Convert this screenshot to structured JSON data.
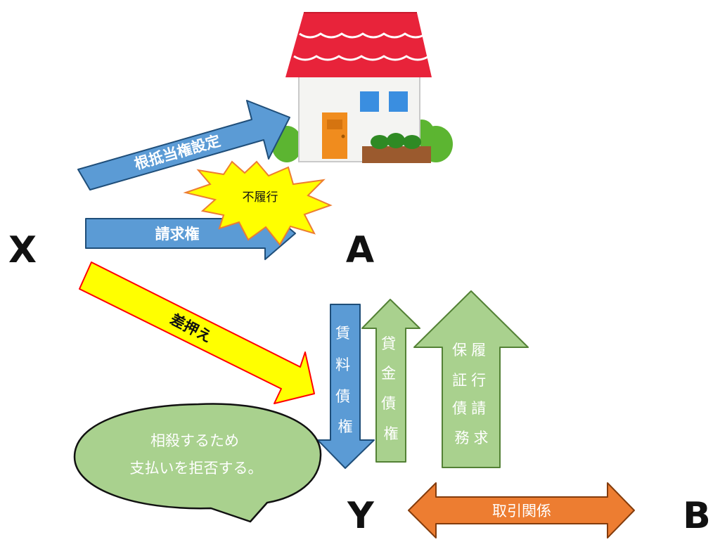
{
  "parties": {
    "x": "X",
    "a": "A",
    "y": "Y",
    "b": "B"
  },
  "arrows": {
    "mortgage": "根抵当権設定",
    "claim": "請求権",
    "seizure": "差押え",
    "rent_claim": [
      "賃",
      "料",
      "債",
      "権"
    ],
    "loan_claim": [
      "貸",
      "金",
      "債",
      "権"
    ],
    "guarantee_claim": {
      "col1": [
        "保",
        "証",
        "債",
        "務"
      ],
      "col2": [
        "履",
        "行",
        "請",
        "求"
      ]
    },
    "business": "取引関係"
  },
  "burst": "不履行",
  "bubble": {
    "line1": "相殺するため",
    "line2": "支払いを拒否する。"
  },
  "colors": {
    "blue": "#5b9bd5",
    "green": "#a9d18e",
    "yellow": "#ffff00",
    "orange": "#ed7d31",
    "roof": "#e8233a"
  },
  "icons": [
    "house-icon"
  ]
}
